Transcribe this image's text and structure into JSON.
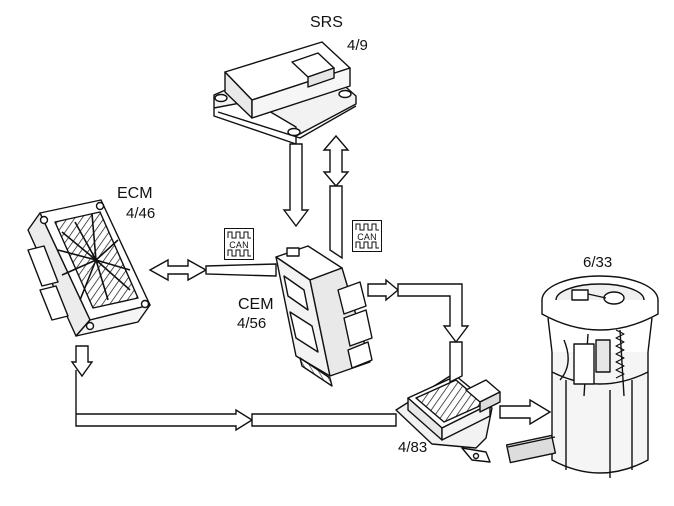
{
  "labels": {
    "srs": "SRS",
    "srs_id": "4/9",
    "ecm": "ECM",
    "ecm_id": "4/46",
    "cem": "CEM",
    "cem_id": "4/56",
    "fuel_pump_id": "6/33",
    "pump_module_id": "4/83"
  },
  "can_badges": {
    "left": "CAN",
    "right": "CAN"
  },
  "colors": {
    "line": "#111111",
    "fill": "#ffffff",
    "shade": "#d9d9d9"
  }
}
